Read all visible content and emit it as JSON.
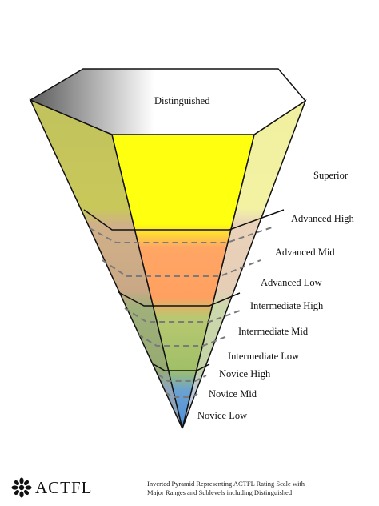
{
  "levels": {
    "distinguished": "Distinguished",
    "superior": "Superior",
    "advanced_high": "Advanced High",
    "advanced_mid": "Advanced Mid",
    "advanced_low": "Advanced Low",
    "intermediate_high": "Intermediate High",
    "intermediate_mid": "Intermediate Mid",
    "intermediate_low": "Intermediate Low",
    "novice_high": "Novice High",
    "novice_mid": "Novice Mid",
    "novice_low": "Novice Low"
  },
  "logo": {
    "text": "ACTFL",
    "icon": "flower-emblem-icon"
  },
  "caption": {
    "line1": "Inverted Pyramid Representing ACTFL Rating Scale with",
    "line2": "Major Ranges and Sublevels including Distinguished"
  },
  "colors": {
    "superior_front": "#ffff1a",
    "superior_left": "#c8c85a",
    "superior_right": "#f2f2a0",
    "advanced_front": "#ffa060",
    "advanced_left": "#cfae88",
    "advanced_right": "#e8d0b8",
    "intermediate_front": "#a8c46a",
    "intermediate_left": "#9aae74",
    "intermediate_right": "#c8d6a8",
    "novice_front": "#5f9ad8",
    "novice_left": "#8aa6c0",
    "novice_right": "#b8c8d8",
    "top": "#ffffff"
  }
}
